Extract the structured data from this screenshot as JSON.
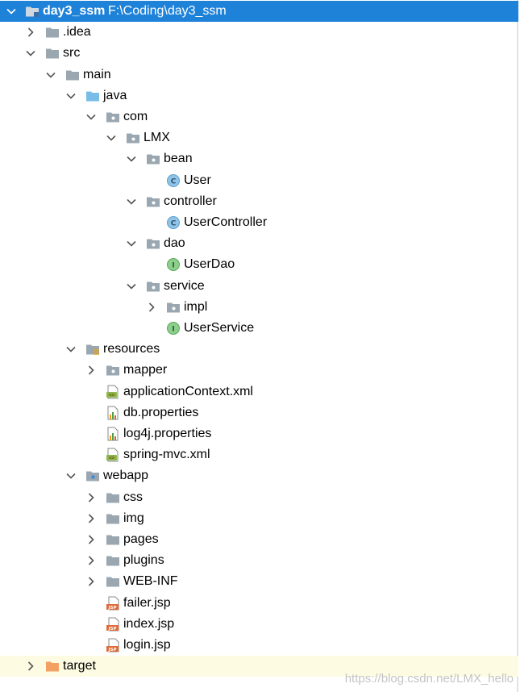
{
  "project": {
    "name": "day3_ssm",
    "path": "F:\\Coding\\day3_ssm"
  },
  "tree": [
    {
      "label": "day3_ssm",
      "depth": 0,
      "state": "expanded",
      "icon": "module-folder-icon",
      "selected": true
    },
    {
      "label": ".idea",
      "depth": 1,
      "state": "collapsed",
      "icon": "folder-icon"
    },
    {
      "label": "src",
      "depth": 1,
      "state": "expanded",
      "icon": "folder-icon"
    },
    {
      "label": "main",
      "depth": 2,
      "state": "expanded",
      "icon": "folder-icon"
    },
    {
      "label": "java",
      "depth": 3,
      "state": "expanded",
      "icon": "source-folder-icon"
    },
    {
      "label": "com",
      "depth": 4,
      "state": "expanded",
      "icon": "package-icon"
    },
    {
      "label": "LMX",
      "depth": 5,
      "state": "expanded",
      "icon": "package-icon"
    },
    {
      "label": "bean",
      "depth": 6,
      "state": "expanded",
      "icon": "package-icon"
    },
    {
      "label": "User",
      "depth": 7,
      "state": "leaf",
      "icon": "class-icon"
    },
    {
      "label": "controller",
      "depth": 6,
      "state": "expanded",
      "icon": "package-icon"
    },
    {
      "label": "UserController",
      "depth": 7,
      "state": "leaf",
      "icon": "class-icon"
    },
    {
      "label": "dao",
      "depth": 6,
      "state": "expanded",
      "icon": "package-icon"
    },
    {
      "label": "UserDao",
      "depth": 7,
      "state": "leaf",
      "icon": "interface-icon"
    },
    {
      "label": "service",
      "depth": 6,
      "state": "expanded",
      "icon": "package-icon"
    },
    {
      "label": "impl",
      "depth": 7,
      "state": "collapsed",
      "icon": "package-icon"
    },
    {
      "label": "UserService",
      "depth": 7,
      "state": "leaf",
      "icon": "interface-icon"
    },
    {
      "label": "resources",
      "depth": 3,
      "state": "expanded",
      "icon": "resources-folder-icon"
    },
    {
      "label": "mapper",
      "depth": 4,
      "state": "collapsed",
      "icon": "package-icon"
    },
    {
      "label": "applicationContext.xml",
      "depth": 4,
      "state": "leaf",
      "icon": "xml-file-icon"
    },
    {
      "label": "db.properties",
      "depth": 4,
      "state": "leaf",
      "icon": "properties-file-icon"
    },
    {
      "label": "log4j.properties",
      "depth": 4,
      "state": "leaf",
      "icon": "properties-file-icon"
    },
    {
      "label": "spring-mvc.xml",
      "depth": 4,
      "state": "leaf",
      "icon": "xml-file-icon"
    },
    {
      "label": "webapp",
      "depth": 3,
      "state": "expanded",
      "icon": "web-folder-icon"
    },
    {
      "label": "css",
      "depth": 4,
      "state": "collapsed",
      "icon": "folder-icon"
    },
    {
      "label": "img",
      "depth": 4,
      "state": "collapsed",
      "icon": "folder-icon"
    },
    {
      "label": "pages",
      "depth": 4,
      "state": "collapsed",
      "icon": "folder-icon"
    },
    {
      "label": "plugins",
      "depth": 4,
      "state": "collapsed",
      "icon": "folder-icon"
    },
    {
      "label": "WEB-INF",
      "depth": 4,
      "state": "collapsed",
      "icon": "folder-icon"
    },
    {
      "label": "failer.jsp",
      "depth": 4,
      "state": "leaf",
      "icon": "jsp-file-icon"
    },
    {
      "label": "index.jsp",
      "depth": 4,
      "state": "leaf",
      "icon": "jsp-file-icon"
    },
    {
      "label": "login.jsp",
      "depth": 4,
      "state": "leaf",
      "icon": "jsp-file-icon"
    },
    {
      "label": "target",
      "depth": 1,
      "state": "collapsed",
      "icon": "excluded-folder-icon",
      "highlighted": true
    }
  ],
  "watermark": "https://blog.csdn.net/LMX_hello",
  "colors": {
    "selection": "#1e82d9",
    "highlight": "#fdfbe1",
    "folder": "#9aa7b0",
    "source_folder": "#78bde8",
    "excluded_folder": "#f2a162",
    "class_icon": "#8fc4e8",
    "interface_icon": "#8ccf8c"
  }
}
